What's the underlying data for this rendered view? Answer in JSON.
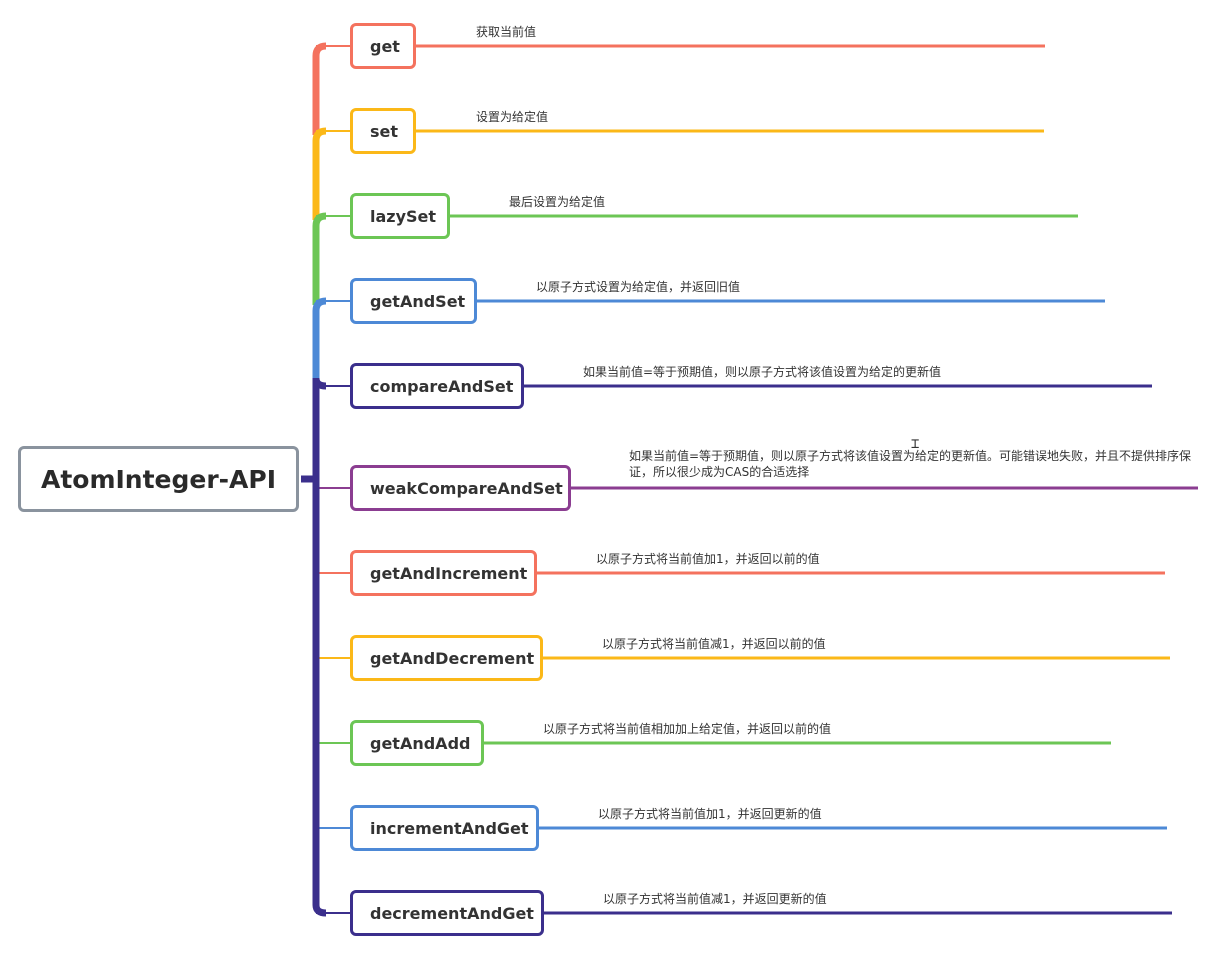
{
  "root": {
    "label": "AtomInteger-API"
  },
  "colors": {
    "red": "#f4725e",
    "yellow": "#fbb818",
    "green": "#6cc655",
    "blue": "#4d89d6",
    "navy": "#3b2f8c",
    "purple": "#8b3d91",
    "root_border": "#8a939e"
  },
  "branches": [
    {
      "label": "get",
      "desc": "获取当前值",
      "color": "#f4725e"
    },
    {
      "label": "set",
      "desc": "设置为给定值",
      "color": "#fbb818"
    },
    {
      "label": "lazySet",
      "desc": "最后设置为给定值",
      "color": "#6cc655"
    },
    {
      "label": "getAndSet",
      "desc": "以原子方式设置为给定值，并返回旧值",
      "color": "#4d89d6"
    },
    {
      "label": "compareAndSet",
      "desc": "如果当前值=等于预期值，则以原子方式将该值设置为给定的更新值",
      "color": "#3b2f8c"
    },
    {
      "label": "weakCompareAndSet",
      "desc": "如果当前值=等于预期值，则以原子方式将该值设置为给定的更新值。可能错误地失败，并且不提供排序保证，所以很少成为CAS的合适选择",
      "color": "#8b3d91"
    },
    {
      "label": "getAndIncrement",
      "desc": "以原子方式将当前值加1，并返回以前的值",
      "color": "#f4725e"
    },
    {
      "label": "getAndDecrement",
      "desc": "以原子方式将当前值减1，并返回以前的值",
      "color": "#fbb818"
    },
    {
      "label": "getAndAdd",
      "desc": "以原子方式将当前值相加加上给定值，并返回以前的值",
      "color": "#6cc655"
    },
    {
      "label": "incrementAndGet",
      "desc": "以原子方式将当前值加1，并返回更新的值",
      "color": "#4d89d6"
    },
    {
      "label": "decrementAndGet",
      "desc": "以原子方式将当前值减1，并返回更新的值",
      "color": "#3b2f8c"
    }
  ]
}
